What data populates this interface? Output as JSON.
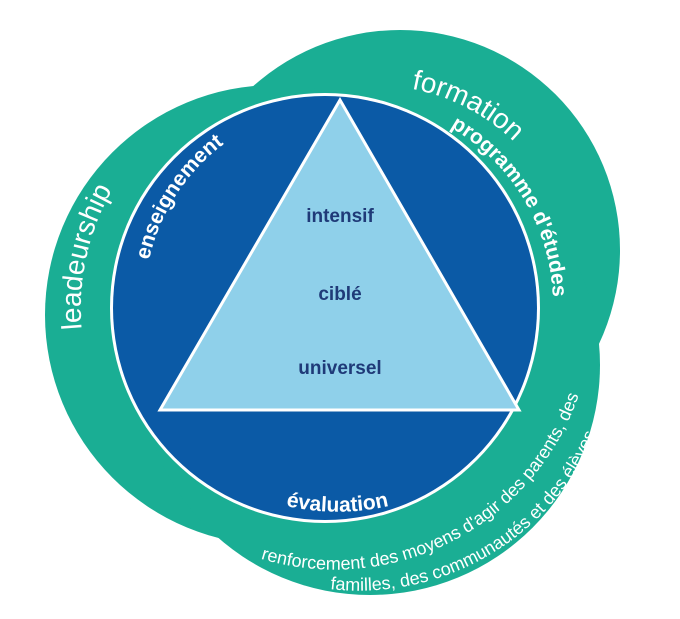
{
  "colors": {
    "teal": "#1aae94",
    "dark_blue": "#0b5aa6",
    "ring_white": "#ffffff",
    "light_blue": "#8fd0ea",
    "tier_text": "#1f3a78"
  },
  "outer": {
    "top": "formation",
    "left": "leadeurship",
    "bottom_line1": "renforcement des moyens d'agir des parents, des",
    "bottom_line2": "familles, des communautés et des élèves"
  },
  "circle": {
    "left": "enseignement",
    "right": "programme d'études",
    "bottom": "évaluation"
  },
  "triangle": {
    "top": "intensif",
    "middle": "ciblé",
    "bottom": "universel"
  }
}
